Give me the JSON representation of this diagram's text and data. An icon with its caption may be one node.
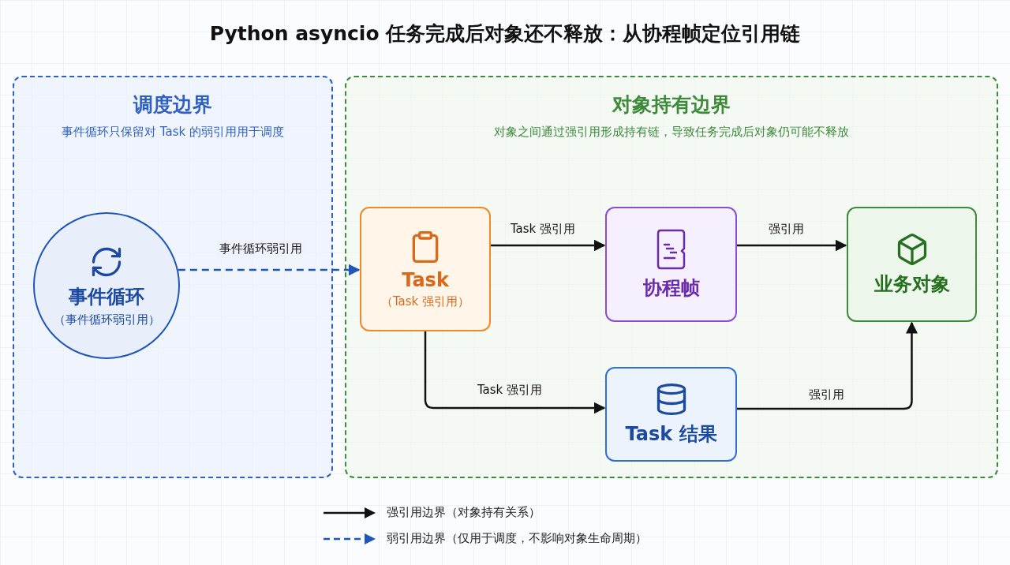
{
  "diagram": {
    "title": "Python asyncio 任务完成后对象还不释放：从协程帧定位引用链",
    "nodes": [
      {
        "text": [
          "调度边界",
          "事件循环只保留对 Task 的弱引用用于调度"
        ]
      },
      {
        "text": [
          "对象持有边界",
          "对象之间通过强引用形成持有链，导致任务完成后对象仍可能不释放"
        ]
      },
      {
        "text": [
          "事件循环",
          "（事件循环弱引用）"
        ],
        "in": 0
      },
      {
        "text": [
          "Task",
          "（Task 强引用）"
        ],
        "in": 1
      },
      {
        "text": [
          "协程帧"
        ],
        "in": 1
      },
      {
        "text": [
          "业务对象"
        ],
        "in": 1
      },
      {
        "text": [
          "Task 结果"
        ],
        "in": 1
      }
    ],
    "edges": [
      {
        "from": 2,
        "to": 3,
        "arrow": "to",
        "label": "事件循环弱引用",
        "style": "dashed",
        "color": "#1f56b8"
      },
      {
        "from": 3,
        "to": 4,
        "arrow": "to",
        "label": "Task 强引用"
      },
      {
        "from": 4,
        "to": 5,
        "arrow": "to",
        "label": "强引用"
      },
      {
        "from": 3,
        "to": 6,
        "arrow": "to",
        "label": "Task 强引用"
      },
      {
        "from": 6,
        "to": 5,
        "arrow": "to",
        "label": "强引用"
      }
    ],
    "legend": [
      {
        "text": "强引用边界（对象持有关系）"
      },
      {
        "text": "弱引用边界（仅用于调度，不影响对象生命周期）"
      }
    ]
  }
}
